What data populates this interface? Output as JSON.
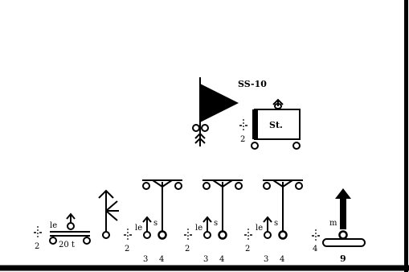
{
  "unit_labels": {
    "flag_unit": "SS-10",
    "station": "St.",
    "station_count": "2",
    "t_unit_count": "2",
    "t_unit_le": "le",
    "t_unit_number": "20 t",
    "col1_count": "2",
    "col1_le": "le",
    "col1_s": "s",
    "col1_a": "3",
    "col1_b": "4",
    "col2_count": "2",
    "col2_le": "le",
    "col2_s": "s",
    "col2_a": "3",
    "col2_b": "4",
    "col3_count": "2",
    "col3_le": "le",
    "col3_s": "s",
    "col3_a": "3",
    "col3_b": "4",
    "m_unit_count": "4",
    "m_unit_m": "m",
    "m_unit_number": "9"
  },
  "colors": {
    "ink": "#000000",
    "background": "#ffffff"
  }
}
